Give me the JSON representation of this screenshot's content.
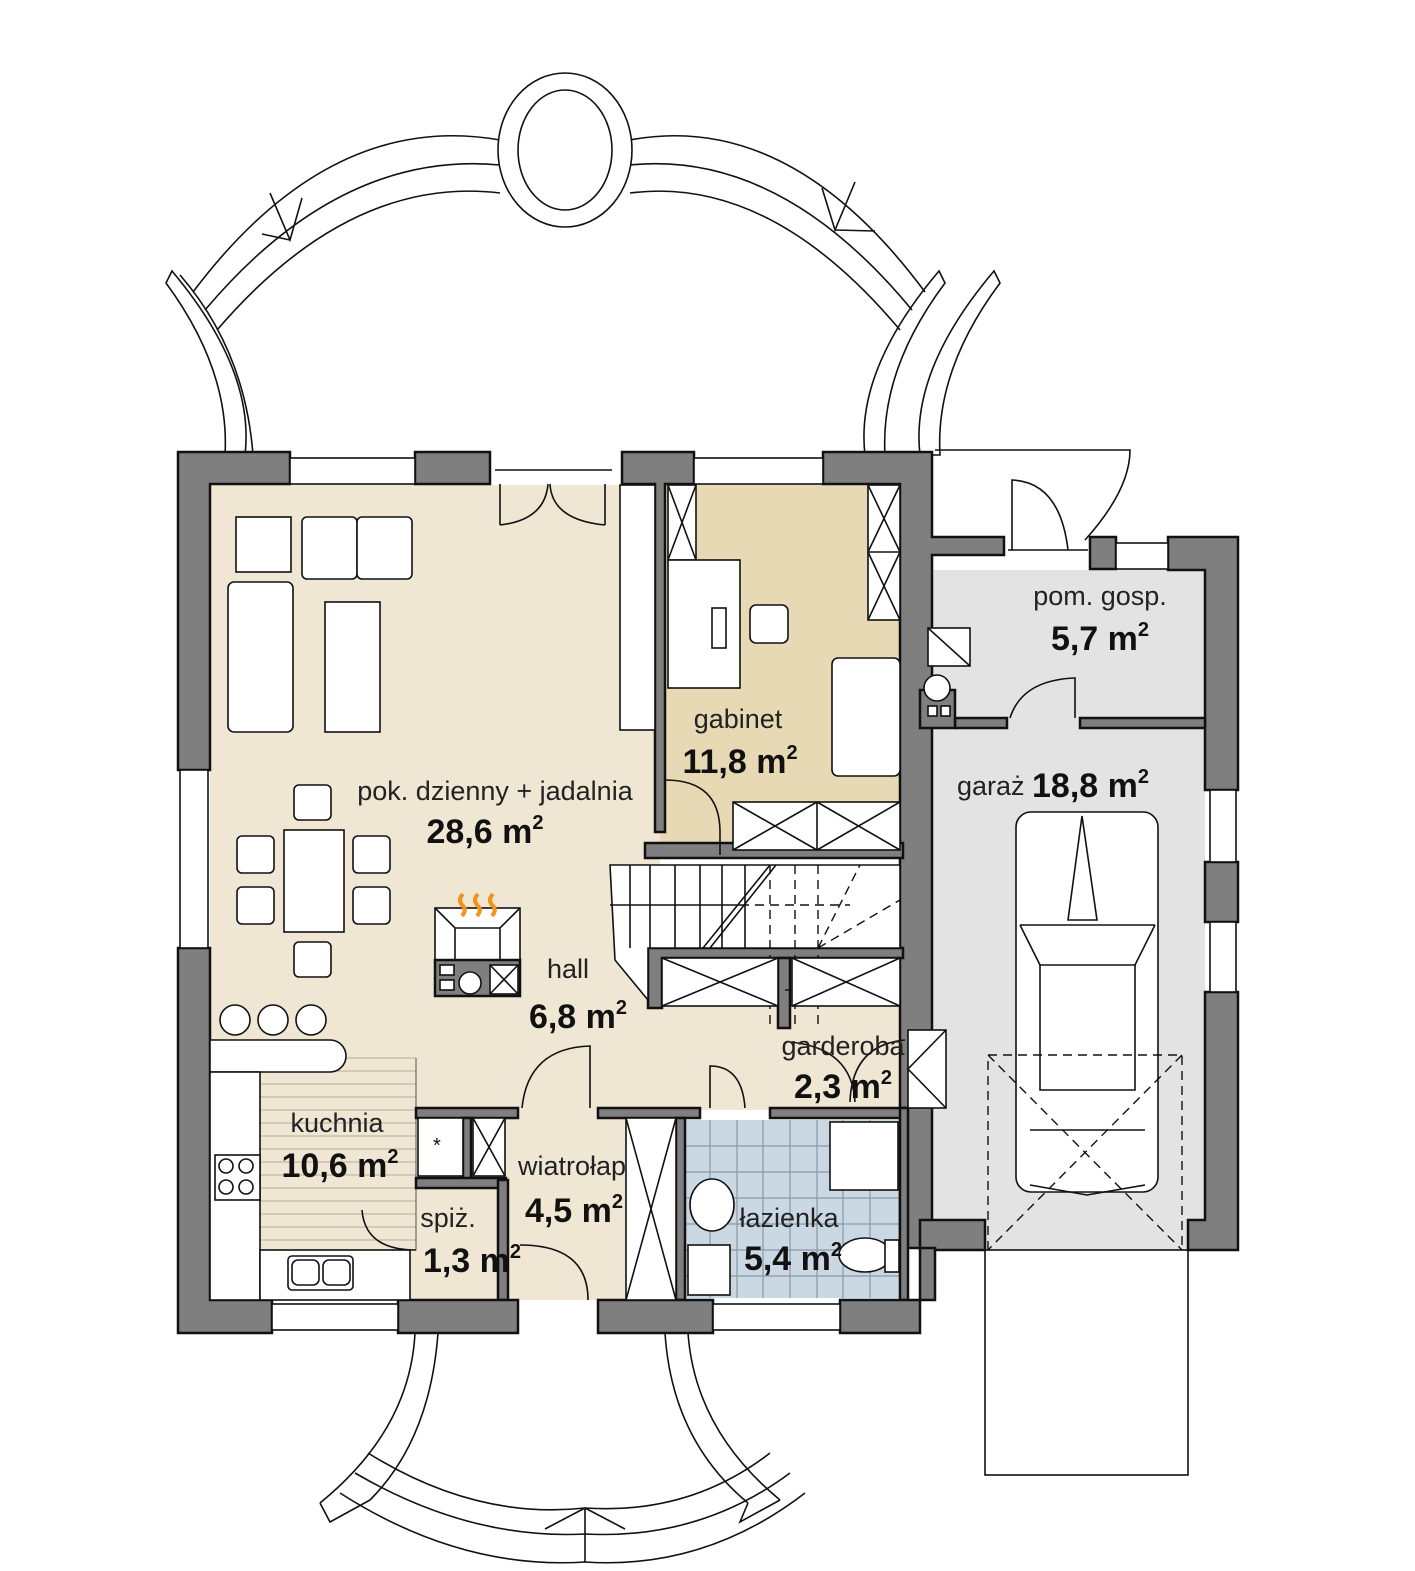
{
  "plan": {
    "colors": {
      "wall": "#7f7f7f",
      "living_floor": "#efe6d4",
      "study_floor": "#e7d9b3",
      "garage_floor": "#e3e3e3",
      "bathroom_floor": "#c9d8e3",
      "flame": "#f2931c",
      "background": "#ffffff"
    },
    "area_unit": "m",
    "area_unit_exp": "2",
    "rooms": [
      {
        "id": "living",
        "name": "pok. dzienny + jadalnia",
        "area": "28,6"
      },
      {
        "id": "study",
        "name": "gabinet",
        "area": "11,8"
      },
      {
        "id": "utility",
        "name": "pom. gosp.",
        "area": "5,7"
      },
      {
        "id": "garage",
        "name": "garaż",
        "area": "18,8"
      },
      {
        "id": "hall",
        "name": "hall",
        "area": "6,8"
      },
      {
        "id": "kitchen",
        "name": "kuchnia",
        "area": "10,6"
      },
      {
        "id": "pantry",
        "name": "spiż.",
        "area": "1,3"
      },
      {
        "id": "vestibule",
        "name": "wiatrołap",
        "area": "4,5"
      },
      {
        "id": "wardrobe",
        "name": "garderoba",
        "area": "2,3"
      },
      {
        "id": "bathroom",
        "name": "łazienka",
        "area": "5,4"
      }
    ]
  }
}
